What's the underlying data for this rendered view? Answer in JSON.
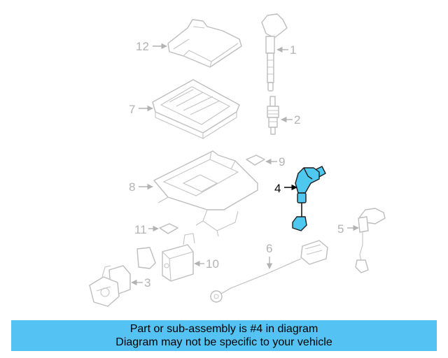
{
  "diagram": {
    "callouts": {
      "c1": "1",
      "c2": "2",
      "c3": "3",
      "c4": "4",
      "c5": "5",
      "c6": "6",
      "c7": "7",
      "c8": "8",
      "c9": "9",
      "c10": "10",
      "c11": "11",
      "c12": "12"
    },
    "highlighted_part": "4",
    "colors": {
      "highlight_fill": "#4fc8ef",
      "banner_bg": "#54c3f3",
      "line_art": "#bdbdbd"
    }
  },
  "banner": {
    "line1": "Part or sub-assembly is #4 in diagram",
    "line2": "Diagram may not be specific to your vehicle"
  }
}
